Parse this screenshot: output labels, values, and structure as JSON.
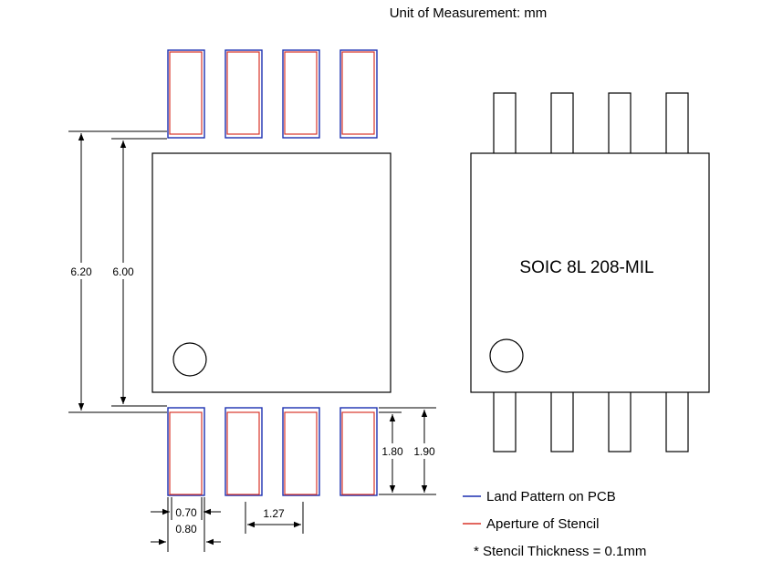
{
  "title": "Unit of Measurement: mm",
  "package_label": "SOIC 8L 208-MIL",
  "dimensions": {
    "outer_span": "6.20",
    "inner_span": "6.00",
    "pad_width_stencil": "0.70",
    "pad_width_pcb": "0.80",
    "pitch": "1.27",
    "pad_length_stencil": "1.80",
    "pad_length_pcb": "1.90"
  },
  "legend": {
    "land_pattern": "Land Pattern on PCB",
    "aperture": "Aperture of Stencil",
    "thickness_note": "* Stencil Thickness = 0.1mm"
  },
  "colors": {
    "land_pattern": "#1b2fb0",
    "aperture": "#d8352a",
    "outline": "#000000"
  }
}
